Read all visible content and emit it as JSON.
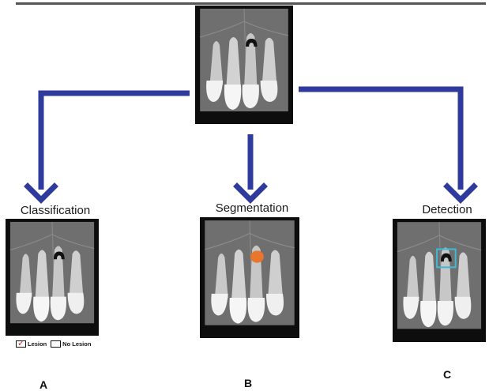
{
  "colors": {
    "arrow": "#2f3b9c",
    "lesion": "#111111",
    "segmentation": "#e8762c",
    "detection_box": "#3fb9d6"
  },
  "panels": [
    {
      "id": "A",
      "title": "Classification",
      "letter": "A"
    },
    {
      "id": "B",
      "title": "Segmentation",
      "letter": "B"
    },
    {
      "id": "C",
      "title": "Detection",
      "letter": "C"
    }
  ],
  "legend": {
    "lesion_label": "Lesion",
    "no_lesion_label": "No Lesion"
  }
}
